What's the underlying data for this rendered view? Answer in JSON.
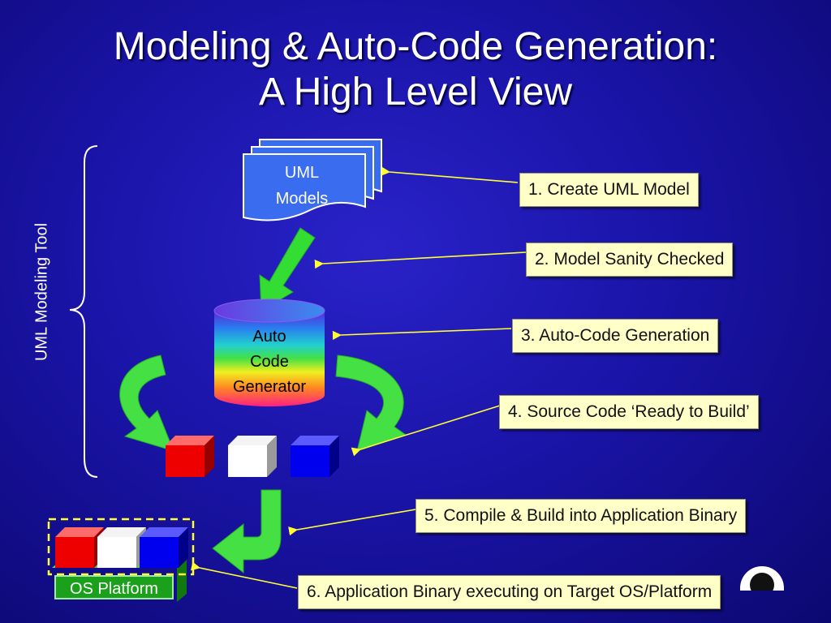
{
  "title": {
    "line1": "Modeling & Auto-Code Generation:",
    "line2": "A High Level View"
  },
  "side_label": "UML Modeling Tool",
  "uml_models": {
    "line1": "UML",
    "line2": "Models"
  },
  "generator": {
    "line1": "Auto",
    "line2": "Code",
    "line3": "Generator"
  },
  "os_platform": "OS Platform",
  "steps": [
    "1. Create UML Model",
    "2. Model Sanity Checked",
    "3. Auto-Code Generation",
    "4. Source Code ‘Ready to Build’",
    "5. Compile & Build into Application Binary",
    "6. Application Binary executing on Target OS/Platform"
  ],
  "colors": {
    "callout_bg": "#ffffc8",
    "arrow_green": "#33dd33",
    "pointer_yellow": "#ffff33",
    "cube_red": "#ee0000",
    "cube_white": "#ffffff",
    "cube_blue": "#0000ee",
    "doc_blue": "#3a6cf0"
  }
}
